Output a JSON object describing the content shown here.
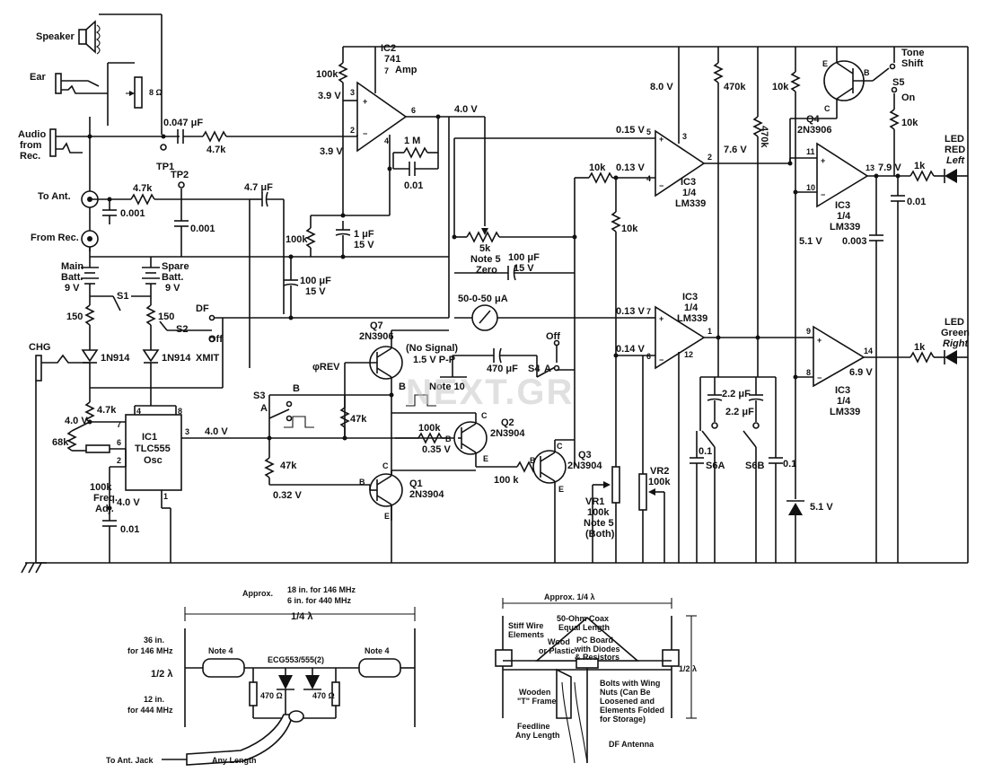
{
  "watermark": "NEXT.GR",
  "labels": {
    "speaker": "Speaker",
    "ear": "Ear",
    "ohm8": "8 Ω",
    "audio1": "Audio",
    "audio2": "from",
    "audio3": "Rec.",
    "c047": "0.047 μF",
    "r47k_a": "4.7k",
    "tp1": "TP1",
    "tp2": "TP2",
    "to_ant": "To Ant.",
    "from_rec": "From Rec.",
    "r47k_b": "4.7k",
    "c001_a": "0.001",
    "c001_b": "0.001",
    "c47uf": "4.7 μF",
    "main_batt1": "Main",
    "main_batt2": "Batt.",
    "main_batt3": "9 V",
    "spare_batt1": "Spare",
    "spare_batt2": "Batt.",
    "spare_batt3": "9 V",
    "s1": "S1",
    "s2": "S2",
    "off_s2": "Off",
    "df": "DF",
    "xmit": "XMIT",
    "r150_a": "150",
    "r150_b": "150",
    "d1n914_a": "1N914",
    "d1n914_b": "1N914",
    "chg": "CHG",
    "r47k_c": "4.7k",
    "v40_a": "4.0 V",
    "r68k": "68k",
    "r100k_adj": "100k",
    "freq": "Freq.",
    "adj": "Adj.",
    "ic1": "IC1",
    "tlc555": "TLC555",
    "osc": "Osc",
    "pin4": "4",
    "pin8": "8",
    "pin7": "7",
    "pin6": "6",
    "pin2": "2",
    "pin3": "3",
    "pin1": "1",
    "v40_b": "4.0 V",
    "v40_c": "4.0 V",
    "c001_c": "0.01",
    "r100k_top": "100k",
    "v39_a": "3.9 V",
    "v39_b": "3.9 V",
    "ic2": "IC2",
    "ic2_741": "741",
    "ic2_amp": "Amp",
    "ic2_p3": "3",
    "ic2_p2": "2",
    "ic2_p7": "7",
    "ic2_p6": "6",
    "ic2_p4": "4",
    "r1m": "1 M",
    "c001_d": "0.01",
    "r100k_mid": "100k",
    "c1uf": "1 μF",
    "c1uf_v": "15 V",
    "c100uf_a": "100 μF",
    "c100uf_a_v": "15 V",
    "v40_top": "4.0 V",
    "pot5k": "5k",
    "note5zero": "Note 5",
    "zero": "Zero",
    "c100uf_b": "100 μF",
    "c100uf_b_v": "15 V",
    "meter": "50-0-50 μA",
    "q7": "Q7",
    "q7_type": "2N3906",
    "no_signal": "(No Signal)",
    "pp": "1.5 V P-P",
    "c470uf": "470 μF",
    "s4": "S4",
    "s4_a": "A",
    "s4_off": "Off",
    "note10": "Note 10",
    "phirev": "φREV",
    "s3": "S3",
    "s3_a": "A",
    "s3_b": "B",
    "s3_bb": "B",
    "r47k_d": "47k",
    "r100k_q2": "100k",
    "v035": "0.35 V",
    "q2": "Q2",
    "q2_type": "2N3904",
    "r47k_e": "47k",
    "v032": "0.32 V",
    "q1": "Q1",
    "q1_type": "2N3904",
    "r100k_q3": "100 k",
    "q3": "Q3",
    "q3_type": "2N3904",
    "v015": "0.15 V",
    "v013_a": "0.13 V",
    "v013_b": "0.13 V",
    "v014": "0.14 V",
    "r10k_a": "10k",
    "r10k_b": "10k",
    "ic3a": "IC3",
    "ic3a_q": "1/4",
    "ic3a_t": "LM339",
    "ic3b": "IC3",
    "ic3b_q": "1/4",
    "ic3b_t": "LM339",
    "ic3c": "IC3",
    "ic3c_q": "1/4",
    "ic3c_t": "LM339",
    "ic3d": "IC3",
    "ic3d_q": "1/4",
    "ic3d_t": "LM339",
    "v80": "8.0 V",
    "r470k_a": "470k",
    "r470k_b": "470k",
    "v76": "7.6 V",
    "r10k_c": "10k",
    "q4": "Q4",
    "q4_type": "2N3906",
    "tone": "Tone",
    "shift": "Shift",
    "s5": "S5",
    "s5_on": "On",
    "r10k_d": "10k",
    "v79": "7.9 V",
    "r1k_a": "1k",
    "led_red1": "LED",
    "led_red2": "RED",
    "led_left": "Left",
    "c001_e": "0.01",
    "c0003": "0.003",
    "v51_a": "5.1 V",
    "v69": "6.9 V",
    "r1k_b": "1k",
    "led_green1": "LED",
    "led_green2": "Green",
    "led_right": "Right",
    "c22_a": "2.2 μF",
    "c22_b": "2.2 μF",
    "c01_a": "0.1",
    "c01_b": "0.1",
    "s6a": "S6A",
    "s6b": "S6B",
    "vr1": "VR1",
    "vr1_v": "100k",
    "vr1_n": "Note 5",
    "vr1_b": "(Both)",
    "vr2": "VR2",
    "vr2_v": "100k",
    "v51_b": "5.1 V",
    "pin5": "5",
    "pin4b": "4",
    "pin3b": "3",
    "pin2b": "2",
    "pin7b": "7",
    "pin6b": "6",
    "pin1b": "1",
    "pin12": "12",
    "pin11": "11",
    "pin10": "10",
    "pin13": "13",
    "pin9": "9",
    "pin8b": "8",
    "pin14": "14",
    "q4_e": "E",
    "q4_b": "B",
    "q4_c": "C",
    "q2_b": "B",
    "q2_c": "C",
    "q2_e": "E",
    "q1_b": "B",
    "q1_c": "C",
    "q1_e": "E",
    "q3_b": "B",
    "q3_c": "C",
    "q3_e": "E"
  },
  "bottom_left": {
    "approx": "Approx.",
    "len146": "18 in. for 146 MHz",
    "len440": "6 in. for 440 MHz",
    "quarter": "1/4 λ",
    "in36": "36 in.",
    "for146": "for 146 MHz",
    "half": "1/2 λ",
    "in12": "12 in.",
    "for444": "for 444 MHz",
    "note4a": "Note 4",
    "note4b": "Note 4",
    "ecg": "ECG553/555(2)",
    "r470a": "470 Ω",
    "r470b": "470 Ω",
    "to_ant_jack": "To Ant. Jack",
    "any_length": "Any Length"
  },
  "bottom_right": {
    "approx": "Approx. 1/4 λ",
    "coax1": "50-Ohm Coax",
    "coax2": "Equal Length",
    "stiff1": "Stiff Wire",
    "stiff2": "Elements",
    "wood1": "Wood",
    "wood2": "or Plastic",
    "pc1": "PC Board",
    "pc2": "with Diodes",
    "pc3": "& Resistors",
    "half": "1/2 λ",
    "wooden1": "Wooden",
    "wooden2": "\"T\" Frame",
    "bolts1": "Bolts with Wing",
    "bolts2": "Nuts (Can Be",
    "bolts3": "Loosened and",
    "bolts4": "Elements Folded",
    "bolts5": "for Storage)",
    "feed1": "Feedline",
    "feed2": "Any Length",
    "df_antenna": "DF Antenna"
  }
}
